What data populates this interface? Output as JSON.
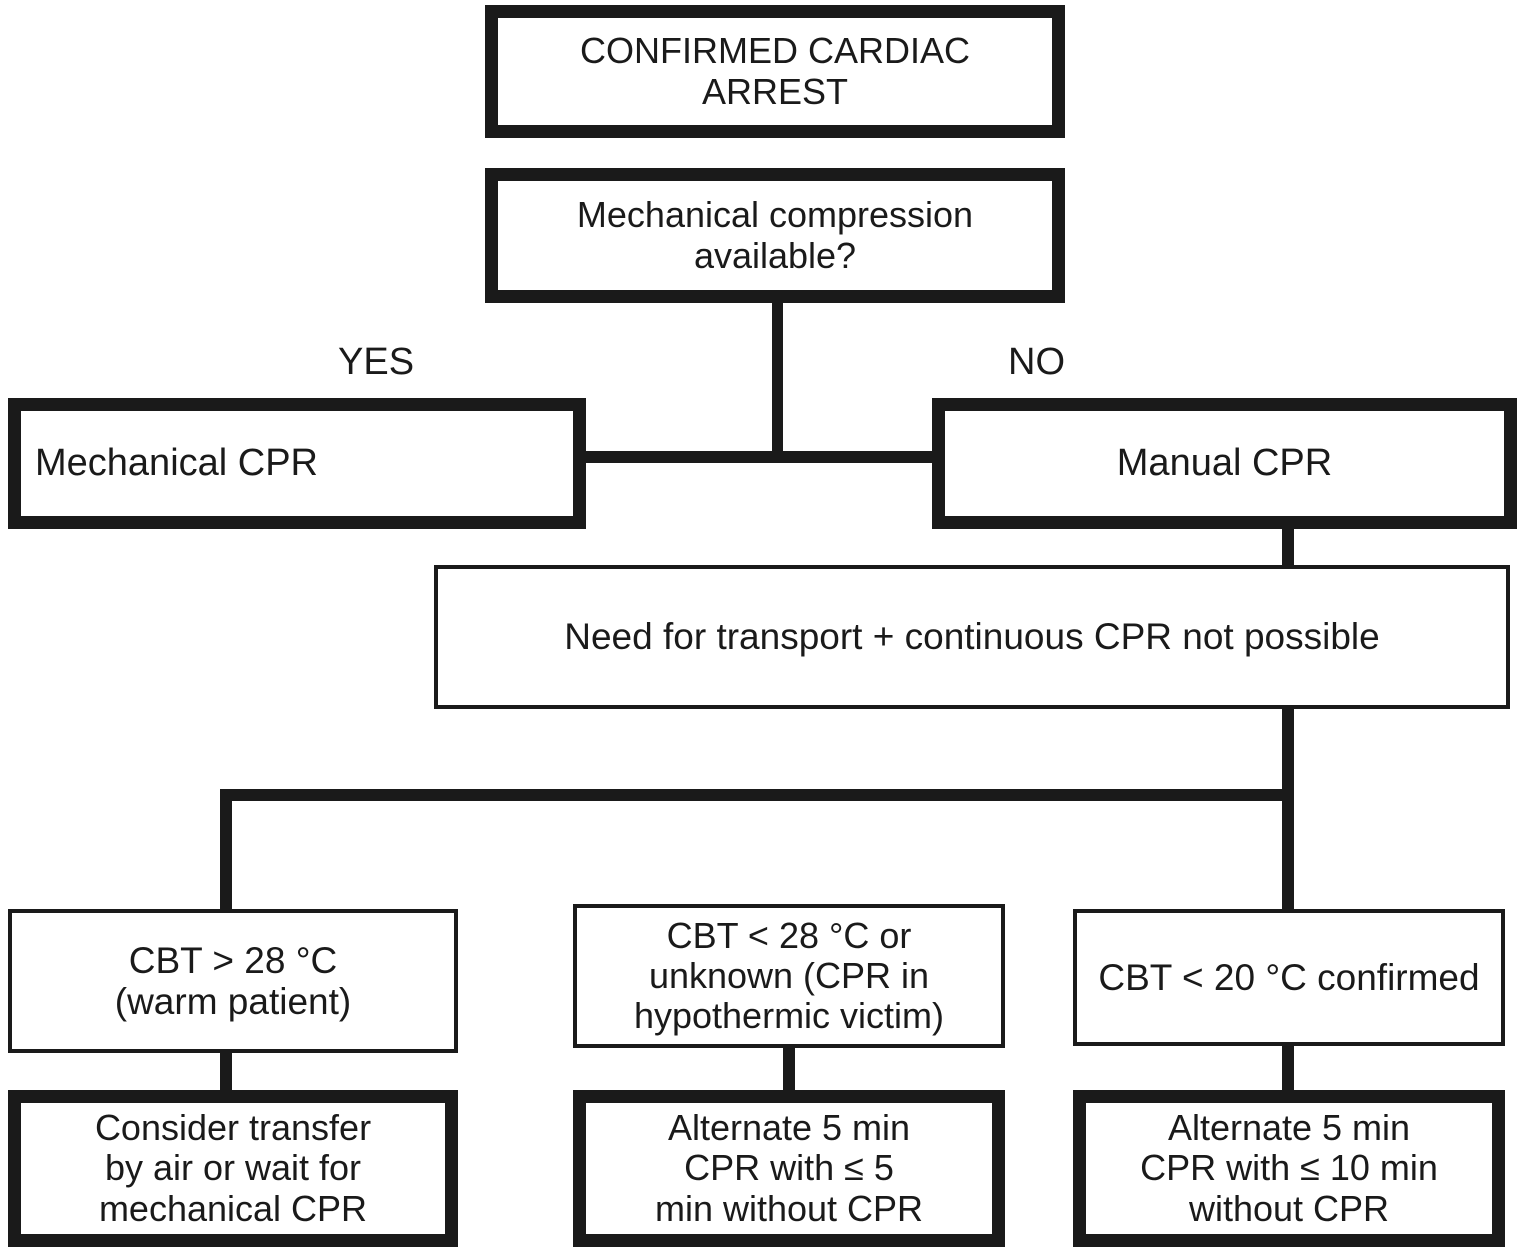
{
  "diagram": {
    "title": "Cardiac arrest CPR decision flowchart",
    "stroke_color": "#1a1a1a",
    "background_color": "#ffffff",
    "nodes": {
      "confirmed_arrest": "CONFIRMED CARDIAC\nARREST",
      "mechanical_available": "Mechanical compression\navailable?",
      "mechanical_cpr": "Mechanical CPR",
      "manual_cpr": "Manual CPR",
      "need_transport": "Need for transport + continuous CPR not possible",
      "cbt_warm": "CBT > 28 °C\n(warm patient)",
      "cbt_hypothermic": "CBT < 28 °C or\nunknown (CPR in\nhypothermic victim)",
      "cbt_confirmed_20": "CBT < 20 °C confirmed",
      "consider_transfer": "Consider transfer\nby air or wait for\nmechanical CPR",
      "alternate_5_5": "Alternate 5 min\nCPR with ≤ 5\nmin without CPR",
      "alternate_5_10": "Alternate 5 min\nCPR with ≤ 10 min\nwithout CPR"
    },
    "branch_labels": {
      "yes": "YES",
      "no": "NO"
    }
  }
}
